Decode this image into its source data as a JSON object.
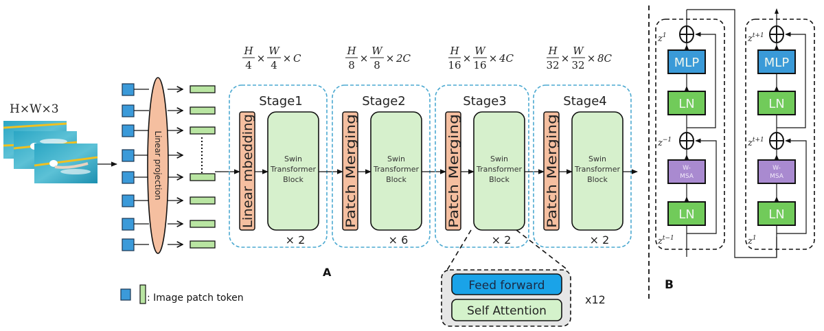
{
  "panel_a": {
    "input_label": "H×W×3",
    "linear_projection_label": "Linear projection",
    "panel_label": "A",
    "legend_text": ": Image patch token",
    "stages": [
      {
        "title": "Stage1",
        "dims": {
          "h": "H",
          "hd": "4",
          "w": "W",
          "wd": "4",
          "c": "C"
        },
        "embed_label": "Linear mbedding",
        "block_line1": "Swin",
        "block_line2": "Transformer",
        "block_line3": "Block",
        "repeat": "× 2"
      },
      {
        "title": "Stage2",
        "dims": {
          "h": "H",
          "hd": "8",
          "w": "W",
          "wd": "8",
          "c": "2C"
        },
        "embed_label": "Patch Merging",
        "block_line1": "Swin",
        "block_line2": "Transformer",
        "block_line3": "Block",
        "repeat": "× 6"
      },
      {
        "title": "Stage3",
        "dims": {
          "h": "H",
          "hd": "16",
          "w": "W",
          "wd": "16",
          "c": "4C"
        },
        "embed_label": "Patch Merging",
        "block_line1": "Swin",
        "block_line2": "Transformer",
        "block_line3": "Block",
        "repeat": "× 2"
      },
      {
        "title": "Stage4",
        "dims": {
          "h": "H",
          "hd": "32",
          "w": "W",
          "wd": "32",
          "c": "8C"
        },
        "embed_label": "Patch Merging",
        "block_line1": "Swin",
        "block_line2": "Transformer",
        "block_line3": "Block",
        "repeat": "× 2"
      }
    ],
    "times_sign": "×",
    "detail": {
      "feed_forward": "Feed forward",
      "self_attention": "Self Attention",
      "repeat": "x12"
    }
  },
  "panel_b": {
    "panel_label": "B",
    "blocks": [
      {
        "mlp": "MLP",
        "ln_top": "LN",
        "msa_line1": "W-",
        "msa_line2": "MSA",
        "ln_bottom": "LN",
        "z_top": "z",
        "z_top_sup": "1",
        "z_mid": "z",
        "z_mid_sup": "−1",
        "z_bottom": "z",
        "z_bottom_sup": "t−1"
      },
      {
        "mlp": "MLP",
        "ln_top": "LN",
        "msa_line1": "W-",
        "msa_line2": "MSA",
        "ln_bottom": "LN",
        "z_top": "z",
        "z_top_sup": "t+1",
        "z_mid": "z",
        "z_mid_sup": "t+1",
        "z_bottom": "z",
        "z_bottom_sup": "1"
      }
    ]
  },
  "colors": {
    "patch_blue": "#3b9ad9",
    "token_green": "#b9e5a2",
    "salmon": "#f5bfa0",
    "block_green": "#d6f0cc",
    "stage_border": "#4aa8d0",
    "mlp_blue": "#3a9ad8",
    "ln_green": "#71cb5a",
    "msa_purple": "#a98ad0",
    "ff_blue": "#1aa3e8",
    "sa_green": "#d4f2cb"
  }
}
